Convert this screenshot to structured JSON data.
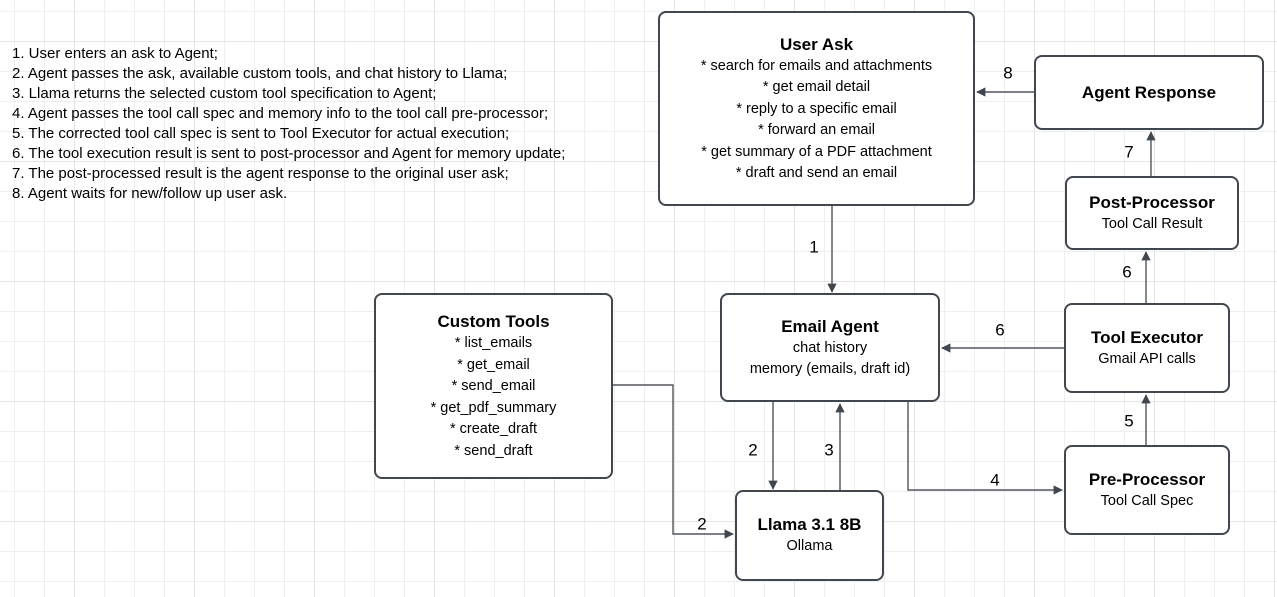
{
  "notes": {
    "lines": [
      "1. User enters an ask to Agent;",
      "2. Agent passes the ask, available custom tools, and chat history to Llama;",
      "3. Llama returns the selected custom tool specification to Agent;",
      "4. Agent passes the tool call spec and memory info to the tool call pre-processor;",
      "5. The corrected tool call spec is sent to Tool Executor for actual execution;",
      "6. The tool execution result is sent to post-processor and Agent for memory update;",
      "7. The post-processed result is the agent response to the original user ask;",
      "8. Agent waits for new/follow up user ask."
    ]
  },
  "boxes": {
    "user_ask": {
      "title": "User Ask",
      "lines": [
        "* search for emails and attachments",
        "* get email detail",
        "* reply to a specific email",
        "* forward an email",
        "* get summary of a PDF attachment",
        "* draft and send an email"
      ]
    },
    "agent_response": {
      "title": "Agent Response"
    },
    "post_processor": {
      "title": "Post-Processor",
      "subtitle": "Tool Call Result"
    },
    "tool_executor": {
      "title": "Tool Executor",
      "subtitle": "Gmail API calls"
    },
    "pre_processor": {
      "title": "Pre-Processor",
      "subtitle": "Tool Call Spec"
    },
    "email_agent": {
      "title": "Email Agent",
      "lines": [
        "chat history",
        "memory (emails, draft id)"
      ]
    },
    "custom_tools": {
      "title": "Custom Tools",
      "lines": [
        "* list_emails",
        "* get_email",
        "* send_email",
        "* get_pdf_summary",
        "* create_draft",
        "* send_draft"
      ]
    },
    "llama": {
      "title": "Llama 3.1 8B",
      "subtitle": "Ollama"
    }
  },
  "edge_labels": {
    "e1": "1",
    "e2a": "2",
    "e2b": "2",
    "e3": "3",
    "e4": "4",
    "e5": "5",
    "e6a": "6",
    "e6b": "6",
    "e7": "7",
    "e8": "8"
  },
  "colors": {
    "stroke": "#40474f",
    "grid_minor": "#efefef",
    "grid_major": "#e4e4e4",
    "background": "#ffffff",
    "node_fill": "#ffffff",
    "text": "#000000"
  }
}
